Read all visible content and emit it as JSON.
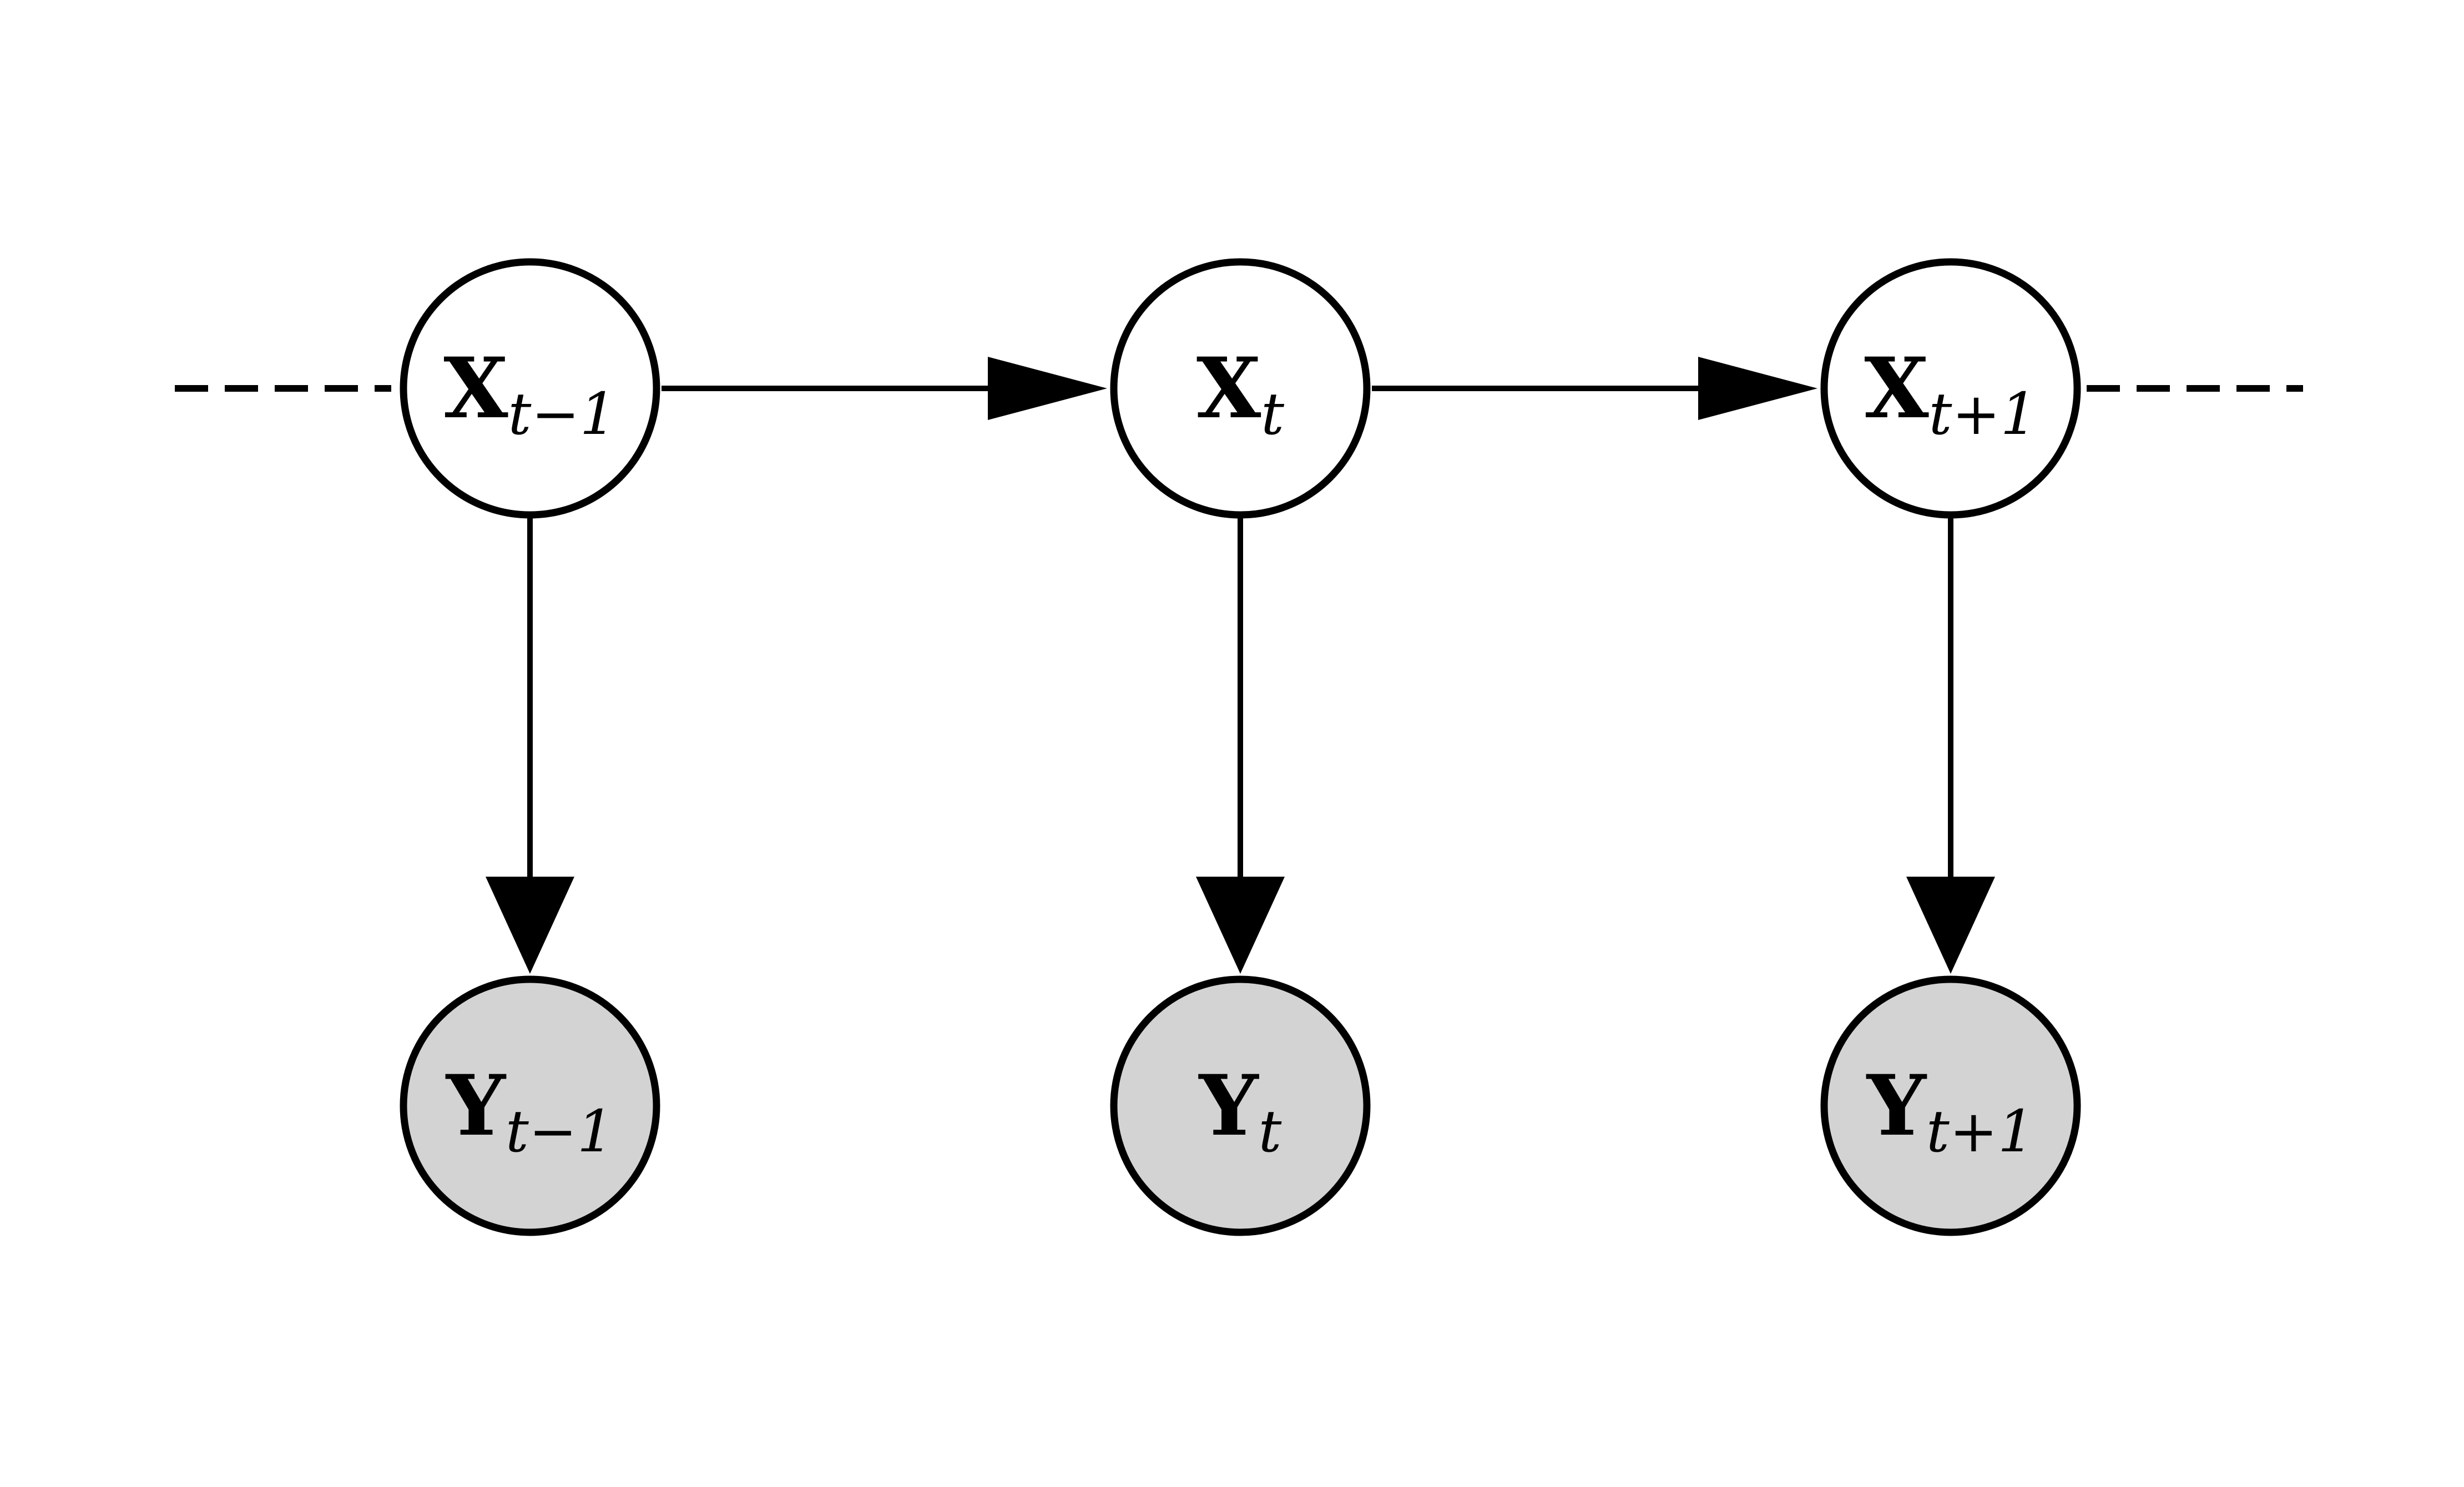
{
  "colors": {
    "stroke": "#000000",
    "hidden_fill": "#ffffff",
    "observed_fill": "#d3d3d3"
  },
  "nodes": {
    "x_prev": {
      "base": "X",
      "sub": "t−1"
    },
    "x_curr": {
      "base": "X",
      "sub": "t"
    },
    "x_next": {
      "base": "X",
      "sub": "t+1"
    },
    "y_prev": {
      "base": "Y",
      "sub": "t−1"
    },
    "y_curr": {
      "base": "Y",
      "sub": "t"
    },
    "y_next": {
      "base": "Y",
      "sub": "t+1"
    }
  }
}
